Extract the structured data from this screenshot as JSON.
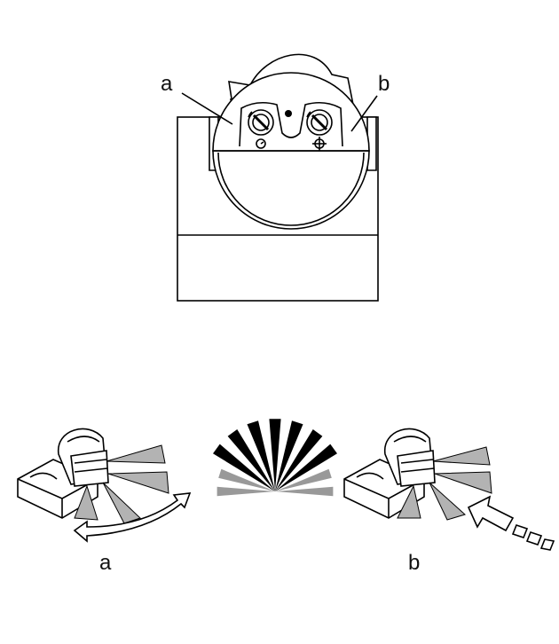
{
  "labels": {
    "top_left": "a",
    "top_right": "b",
    "bottom_left": "a",
    "bottom_right": "b"
  },
  "colors": {
    "line": "#000000",
    "beam_gray": "#b3b3b3",
    "fan_black": "#000000",
    "fan_gray": "#999999"
  }
}
